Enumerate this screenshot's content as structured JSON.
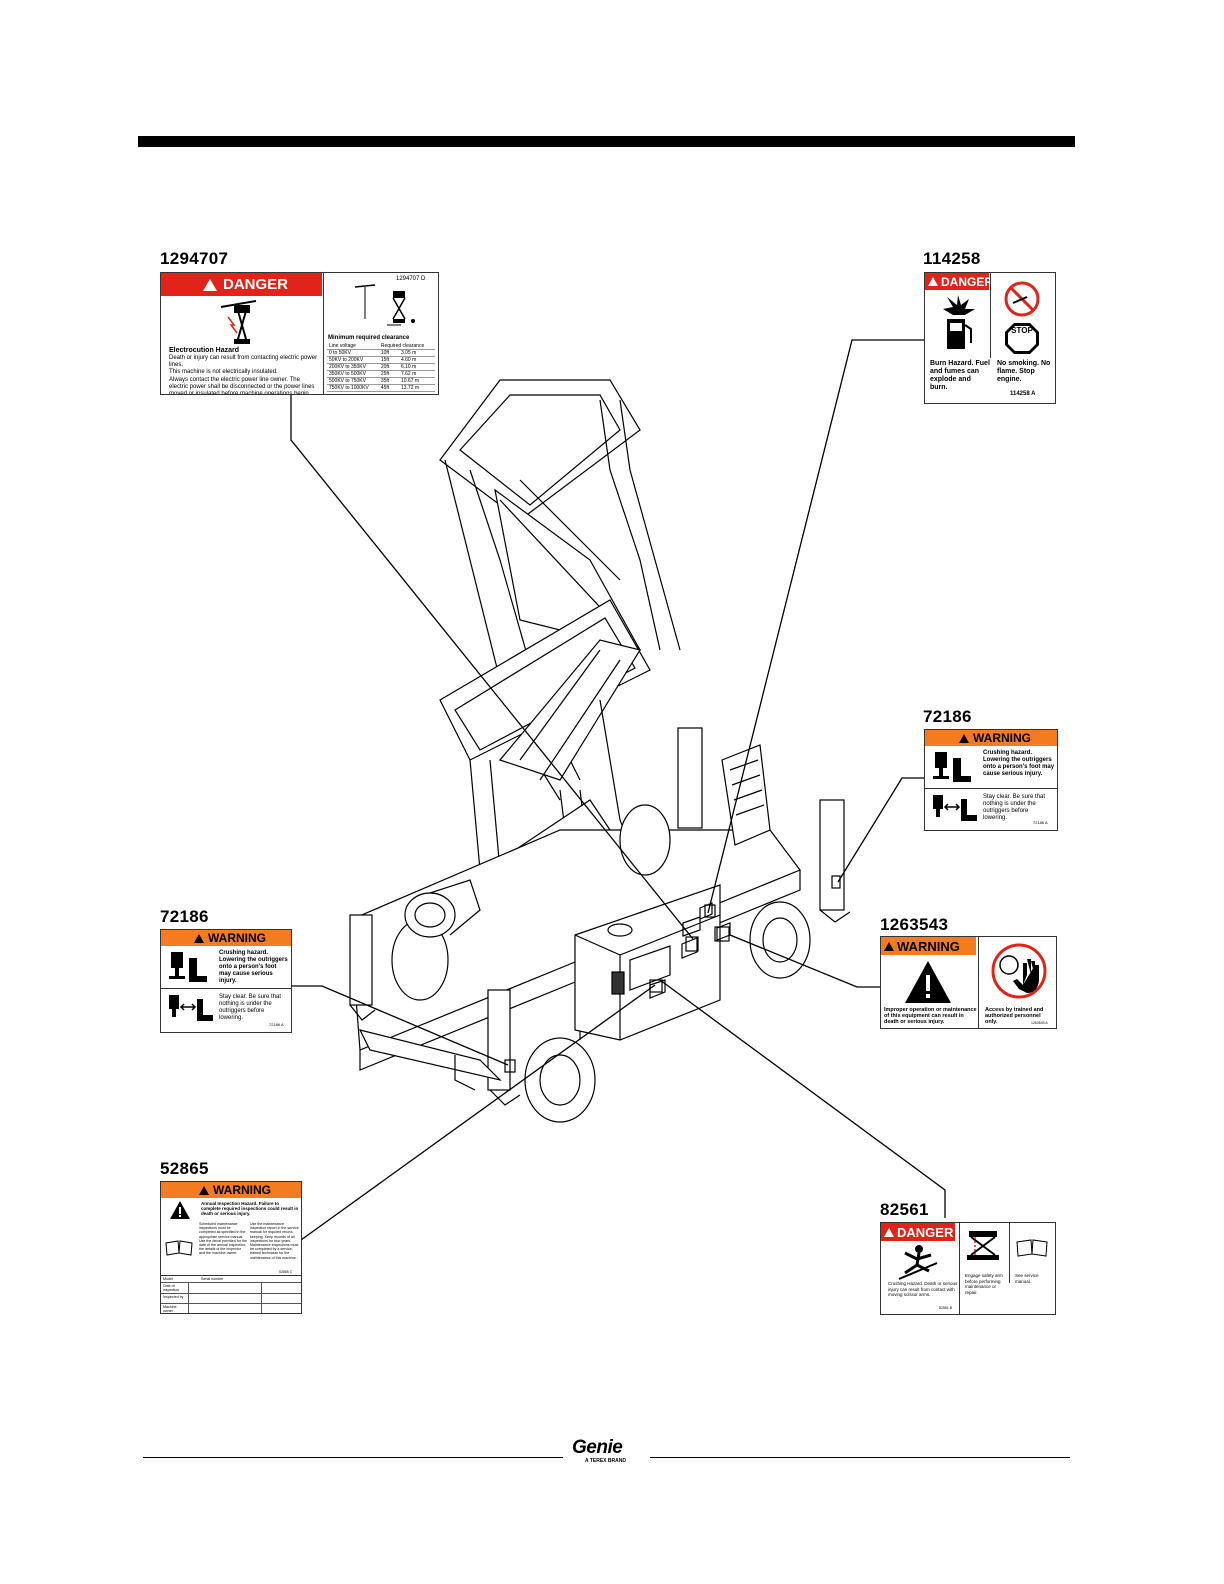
{
  "decals": {
    "d1294707": {
      "part": "1294707",
      "header": "DANGER",
      "code": "1294707 D",
      "hazard": "Electrocution Hazard",
      "line1": "Death or injury can result from contacting electric power lines.",
      "line2": "This machine is not electrically insulated.",
      "line3": "Always contact the electric power line owner. The electric power shall be disconnected or the power lines moved or insulated before machine operations begin.",
      "table_title": "Minimum required clearance",
      "col1": "Line voltage",
      "col2": "Required clearance",
      "rows": [
        [
          "0 to 50KV",
          "10ft",
          "3.05 m"
        ],
        [
          "50KV to 200KV",
          "15ft",
          "4.60 m"
        ],
        [
          "200KV to 350KV",
          "20ft",
          "6.10 m"
        ],
        [
          "350KV to 500KV",
          "25ft",
          "7.62 m"
        ],
        [
          "500KV to 750KV",
          "35ft",
          "10.67 m"
        ],
        [
          "750KV to 1000KV",
          "45ft",
          "13.72 m"
        ]
      ]
    },
    "d114258": {
      "part": "114258",
      "header": "DANGER",
      "left_text": "Burn Hazard. Fuel and fumes can explode and burn.",
      "right_text": "No smoking. No flame. Stop engine.",
      "stop": "STOP",
      "code": "114258 A"
    },
    "d72186_right": {
      "part": "72186",
      "header": "WARNING",
      "text1": "Crushing hazard. Lowering the outriggers onto a person's foot may cause serious injury.",
      "text2": "Stay clear. Be sure that nothing is under the outriggers before lowering.",
      "code": "72186 A"
    },
    "d72186_left": {
      "part": "72186",
      "header": "WARNING",
      "text1": "Crushing hazard. Lowering the outriggers onto a person's foot may cause serious injury.",
      "text2": "Stay clear. Be sure that nothing is under the outriggers before lowering.",
      "code": "72186 A"
    },
    "d1263543": {
      "part": "1263543",
      "header": "WARNING",
      "left_text": "Improper operation or maintenance of this equipment can result in death or serious injury.",
      "right_text": "Access by trained and authorized personnel only.",
      "code": "1263543 A"
    },
    "d52865": {
      "part": "52865",
      "header": "WARNING",
      "title": "Annual Inspection Hazard. Failure to complete required inspections could result in death or serious injury.",
      "col_a": "Scheduled maintenance inspections must be completed as specified in the appropriate service manual. Use the decal provided for the date of the annual inspection, the details of the inspector and the machine owner.",
      "col_b": "Use the maintenance inspection report in the service manual for required record-keeping. Keep records of all inspections for four years. Maintenance inspections must be completed by a service-trained technician for the maintenance of this machine.",
      "code": "52865 C",
      "model": "Model",
      "serial": "Serial number",
      "row1": "Date of inspection",
      "row2": "Inspected by",
      "row3": "Machine owner"
    },
    "d82561": {
      "part": "82561",
      "header": "DANGER",
      "text1": "Crushing Hazard. Death or serious injury can result from contact with moving scissor arms.",
      "text2": "Engage safety arm before performing maintenance or repair.",
      "text3": "See service manual.",
      "code": "82561 B"
    }
  },
  "footer": {
    "logo": "Genie",
    "logo_sub": "A TEREX BRAND"
  },
  "colors": {
    "danger": "#e2231a",
    "warning": "#f47b20"
  }
}
